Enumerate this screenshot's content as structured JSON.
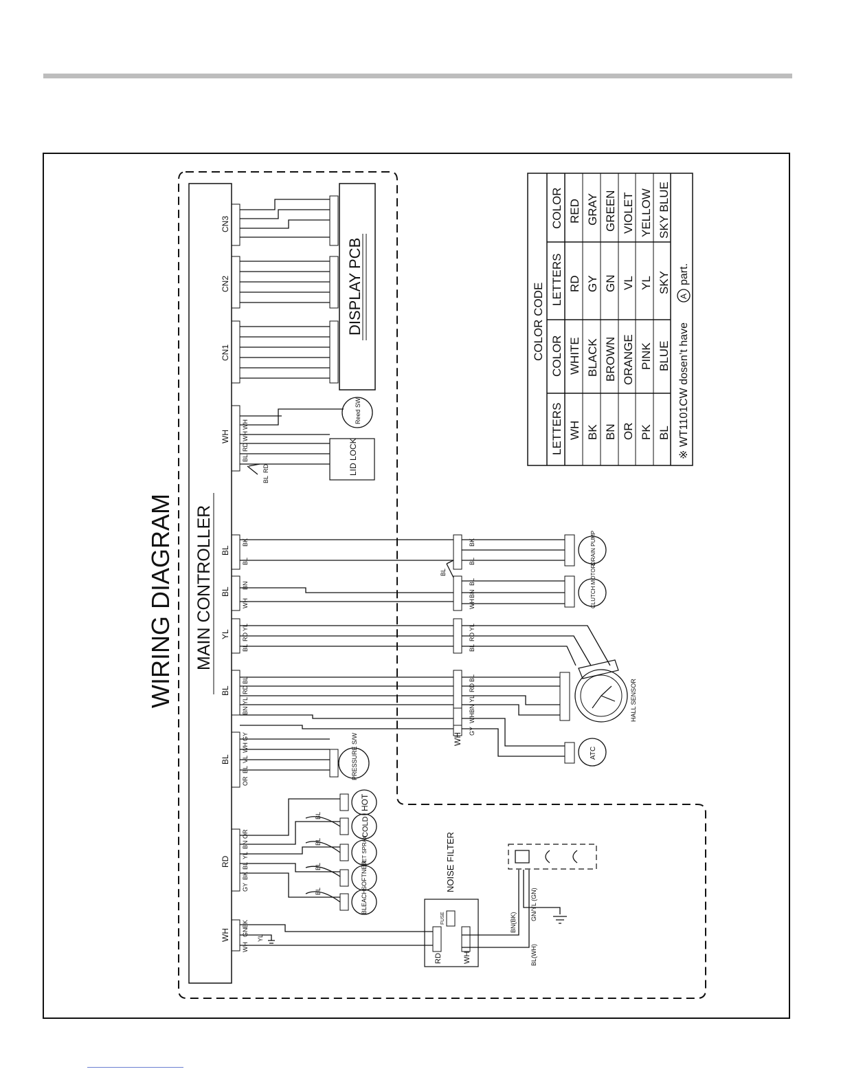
{
  "page": {
    "title": "WIRING DIAGRAM",
    "main_controller": "MAIN CONTROLLER",
    "display_pcb": "DISPLAY PCB"
  },
  "connectors": {
    "top": [
      {
        "id": "wh1",
        "label": "WH"
      },
      {
        "id": "rd",
        "label": "RD"
      },
      {
        "id": "bl1",
        "label": "BL"
      },
      {
        "id": "bl2",
        "label": "BL"
      },
      {
        "id": "yl",
        "label": "YL"
      },
      {
        "id": "bl3",
        "label": "BL"
      },
      {
        "id": "bl4",
        "label": "BL"
      },
      {
        "id": "wh2",
        "label": "WH"
      },
      {
        "id": "cn1",
        "label": "CN1"
      },
      {
        "id": "cn2",
        "label": "CN2"
      },
      {
        "id": "cn3",
        "label": "CN3"
      }
    ],
    "middle_wh": "WH",
    "bl_jumper": "BL"
  },
  "wire_tags": {
    "wh1": [
      "WH",
      "GN",
      "BK"
    ],
    "wh1_extra": "YL",
    "rd": [
      "GY",
      "BK",
      "BL",
      "YL",
      "BN",
      "OR"
    ],
    "bl1": [
      "OR",
      "BL",
      "VL",
      "WH",
      "GY"
    ],
    "bl2": [
      "BN",
      "YL",
      "RD",
      "BL"
    ],
    "yl": [
      "BL",
      "RD",
      "YL"
    ],
    "bl3": [
      "WH",
      "BN"
    ],
    "bl4": [
      "BL",
      "BK"
    ],
    "wh2": [
      "BL",
      "RD",
      "WH",
      "WH"
    ],
    "wh2_branch": [
      "BL",
      "RD"
    ],
    "mid_row": [
      "GY",
      "WH",
      "BN",
      "YL",
      "RD",
      "BL",
      "BL",
      "RD",
      "YL",
      "WH",
      "BN",
      "BL",
      "BL",
      "BK"
    ],
    "valve_bl": "BL"
  },
  "components": {
    "valves": [
      "BLEACH",
      "SOFTNER",
      "JET SPRAY",
      "COLD",
      "HOT"
    ],
    "pressure": "PRESSURE S/W",
    "atc": "ATC",
    "hall_sensor": "HALL SENSOR",
    "clutch_motor": "CLUTCH MOTOR",
    "drain_pump": "DRAIN PUMP",
    "lid_lock": "LID LOCK",
    "reed_sw": "Reed SW",
    "noise_filter": "NOISE FILTER",
    "fuse": "FUSE",
    "nf_rd": "RD",
    "nf_wh": "WH",
    "power_bn": "BN(BK)",
    "power_gn": "GN/YL (GN)",
    "power_bl": "BL(WH)"
  },
  "color_code": {
    "title": "COLOR CODE",
    "headers": [
      "LETTERS",
      "COLOR",
      "LETTERS",
      "COLOR"
    ],
    "rows": [
      [
        "WH",
        "WHITE",
        "RD",
        "RED"
      ],
      [
        "BK",
        "BLACK",
        "GY",
        "GRAY"
      ],
      [
        "BN",
        "BROWN",
        "GN",
        "GREEN"
      ],
      [
        "OR",
        "ORANGE",
        "VL",
        "VIOLET"
      ],
      [
        "PK",
        "PINK",
        "YL",
        "YELLOW"
      ],
      [
        "BL",
        "BLUE",
        "SKY",
        "SKY BLUE"
      ]
    ],
    "note_prefix": "※ WT1101CW dosen’t have",
    "note_mark": "A",
    "note_suffix": "part."
  },
  "colors": {
    "line": "#111111",
    "rule": "#bdbdbd"
  }
}
